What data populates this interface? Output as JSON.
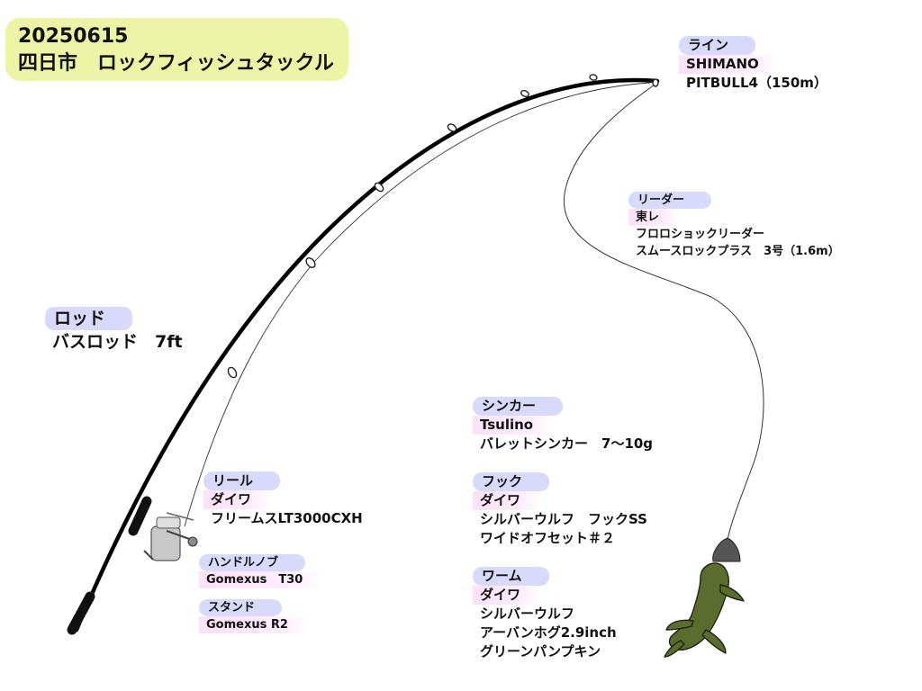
{
  "title": {
    "date": "20250615",
    "subtitle": "四日市　ロックフィッシュタックル"
  },
  "line": {
    "category": "ライン",
    "brand": "SHIMANO",
    "product": "PITBULL4（150m）"
  },
  "leader": {
    "category": "リーダー",
    "brand": "東レ",
    "product_line1": "フロロショックリーダー",
    "product_line2": "スムースロックプラス　3号（1.6m）"
  },
  "rod": {
    "category": "ロッド",
    "product": "バスロッド　7ft"
  },
  "sinker": {
    "category": "シンカー",
    "brand": "Tsulino",
    "product": "バレットシンカー　7～10g"
  },
  "hook": {
    "category": "フック",
    "brand": "ダイワ",
    "product_line1": "シルバーウルフ　フックSS",
    "product_line2": "ワイドオフセット＃２"
  },
  "reel": {
    "category": "リール",
    "brand": "ダイワ",
    "product": "フリームスLT3000CXH"
  },
  "handle_knob": {
    "category": "ハンドルノブ",
    "product": "Gomexus　T30"
  },
  "stand": {
    "category": "スタンド",
    "product": "Gomexus R2"
  },
  "worm": {
    "category": "ワーム",
    "brand": "ダイワ",
    "product_line1": "シルバーウルフ",
    "product_line2": "アーバンホグ2.9inch",
    "product_line3": "グリーンパンプキン"
  },
  "colors": {
    "title_bg": "#ecf5a6",
    "category_pill": "#d9dafb",
    "brand_highlight": "#fbe1f6",
    "worm": "#5c6b2e",
    "sinker": "#555555"
  }
}
